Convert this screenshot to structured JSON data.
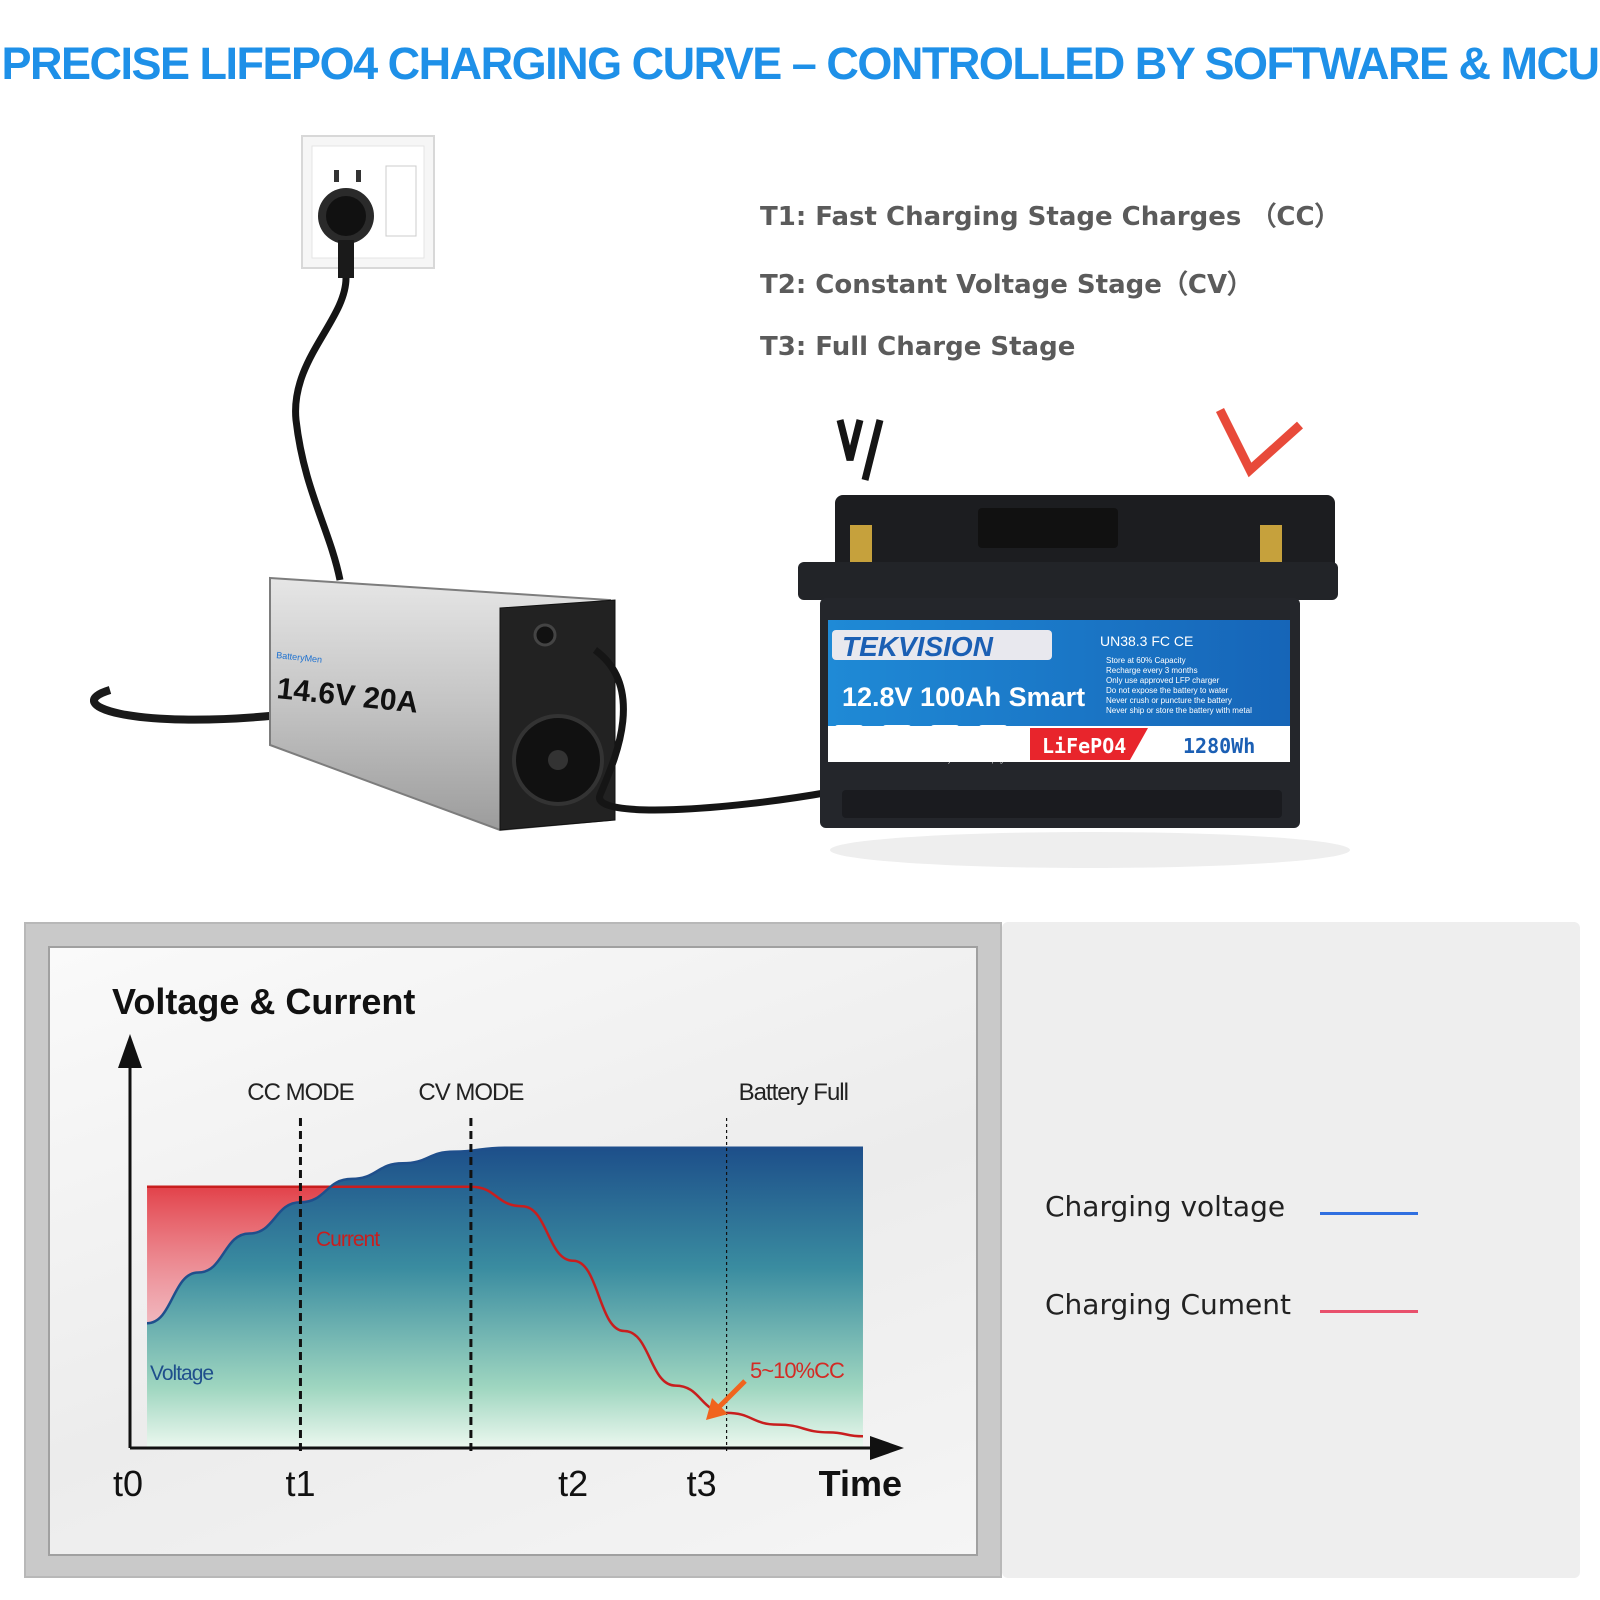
{
  "headline": "PRECISE LIFEPO4 CHARGING CURVE – CONTROLLED BY SOFTWARE & MCU",
  "stages": [
    "T1: Fast Charging Stage Charges （CC）",
    "T2: Constant Voltage Stage（CV）",
    "T3: Full Charge Stage"
  ],
  "product": {
    "charger_label": "14.6V 20A",
    "charger_brand": "BatteryMen",
    "battery_brand": "TEKVISION",
    "battery_model": "12.8V 100Ah Smart",
    "battery_chem": "LiFePO4",
    "battery_energy": "1280Wh",
    "battery_cert": "UN38.3 FC CE",
    "battery_notes": [
      "Store at 60% Capacity",
      "Recharge every 3 months",
      "Only use approved LFP charger",
      "Do not expose the battery to water",
      "Never crush or puncture the battery",
      "Never ship or store the battery with metal"
    ],
    "battery_icons": [
      "Rv",
      "Solar Power",
      "Ferry",
      "Camping"
    ]
  },
  "legend": {
    "voltage_label": "Charging voltage",
    "current_label": "Charging Cument",
    "voltage_color": "#2f6fe0",
    "current_color": "#e8506c"
  },
  "chart_data": {
    "type": "line",
    "title": "Voltage & Current",
    "xlabel": "Time",
    "ylabel": "",
    "x_ticks": [
      "t0",
      "t1",
      "t2",
      "t3"
    ],
    "modes": [
      {
        "label": "CC MODE",
        "at": 1
      },
      {
        "label": "CV MODE",
        "at": 2
      },
      {
        "label": "Battery Full",
        "at": 3.5
      }
    ],
    "xlim": [
      0,
      4.4
    ],
    "ylim": [
      0,
      1
    ],
    "series": [
      {
        "name": "Voltage",
        "color": "#1f4f8c",
        "x": [
          0.1,
          0.4,
          0.7,
          1.0,
          1.3,
          1.6,
          1.9,
          2.2,
          2.5,
          3.0,
          3.5,
          4.0,
          4.3
        ],
        "y": [
          0.32,
          0.45,
          0.55,
          0.63,
          0.69,
          0.73,
          0.76,
          0.77,
          0.77,
          0.77,
          0.77,
          0.77,
          0.77
        ]
      },
      {
        "name": "Current",
        "color": "#c81e1e",
        "x": [
          0.1,
          0.5,
          1.0,
          1.5,
          2.0,
          2.3,
          2.6,
          2.9,
          3.2,
          3.5,
          3.8,
          4.1,
          4.3
        ],
        "y": [
          0.67,
          0.67,
          0.67,
          0.67,
          0.67,
          0.62,
          0.48,
          0.3,
          0.16,
          0.09,
          0.06,
          0.04,
          0.03
        ]
      }
    ],
    "annotation": "5~10%CC"
  }
}
